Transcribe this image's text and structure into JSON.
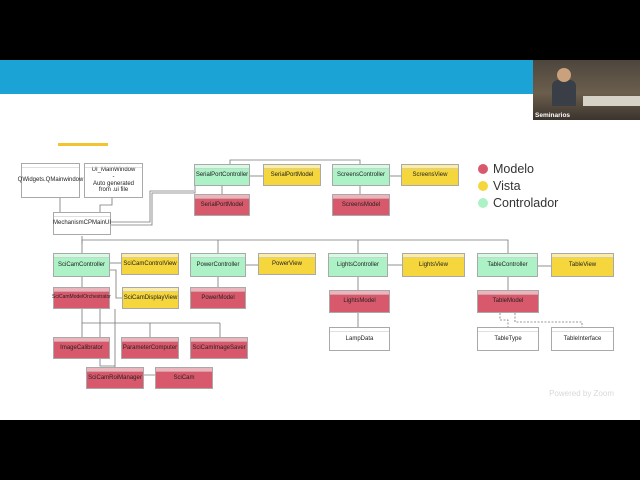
{
  "colors": {
    "modelo": "#d9596c",
    "vista": "#f5d63d",
    "controlador": "#adf2c6",
    "plain": "#ffffff",
    "banner": "#1ba3d6",
    "accent": "#f4c430"
  },
  "legend": [
    {
      "label": "Modelo",
      "color": "#d9596c"
    },
    {
      "label": "Vista",
      "color": "#f5d63d"
    },
    {
      "label": "Controlador",
      "color": "#adf2c6"
    }
  ],
  "nodes": {
    "qwidgets": "QWidgets.QMainwindow",
    "ui_main": "UI_MainWindow\n-\nAuto generated\nfrom .ui file",
    "mechanism": "MechanismCPMainUI",
    "serial_ctrl": "SerialPortController",
    "serial_model_v": "SerialPortModel",
    "serial_model": "SerialPortModel",
    "screens_ctrl": "ScreensController",
    "screens_view": "ScreensView",
    "screens_model": "ScreensModel",
    "scicam_ctrl": "SciCamController",
    "scicam_ctrlview": "SciCamControlView",
    "scicam_orch": "SciCamModelOrchestrator",
    "scicam_display": "SciCamDisplayView",
    "power_ctrl": "PowerController",
    "power_view": "PowerView",
    "power_model": "PowerModel",
    "lights_ctrl": "LightsController",
    "lights_view": "LightsView",
    "lights_model": "LightsModel",
    "lamp_data": "LampData",
    "table_ctrl": "TableController",
    "table_view": "TableView",
    "table_model": "TableModel",
    "table_type": "TableType",
    "table_iface": "TableInterface",
    "image_cal": "ImageCalibrator",
    "param_comp": "ParameterComputer",
    "image_saver": "SciCamImageSaver",
    "roi_manager": "SciCamRoiManager",
    "scicam": "SciCam"
  },
  "footer": {
    "powered": "Powered by Zoom"
  },
  "video": {
    "label": "Seminarios"
  }
}
